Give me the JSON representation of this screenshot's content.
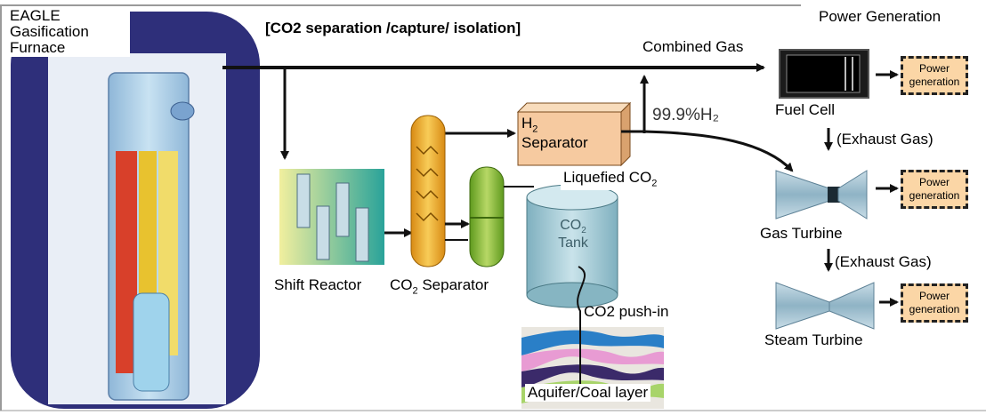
{
  "furnace": {
    "line1": "EAGLE",
    "line2": "Gasification",
    "line3": "Furnace"
  },
  "section_title": "[CO2 separation /capture/ isolation]",
  "power_generation_title": "Power Generation",
  "combined_gas": "Combined Gas",
  "h2_purity": "99.9%H₂",
  "h2_separator": {
    "line1_main": "H",
    "line1_sub": "2",
    "line2": "Separator"
  },
  "fuel_cell": "Fuel Cell",
  "exhaust_gas_1": "(Exhaust Gas)",
  "liquefied_co2": {
    "main": "Liquefied CO",
    "sub": "2"
  },
  "co2_tank": {
    "line1_main": "CO",
    "line1_sub": "2",
    "line2": "Tank"
  },
  "gas_turbine": "Gas Turbine",
  "exhaust_gas_2": "(Exhaust Gas)",
  "shift_reactor": "Shift Reactor",
  "co2_separator": {
    "main": "CO",
    "sub": "2",
    "tail": " Separator"
  },
  "co2_push_in": "CO2 push-in",
  "steam_turbine": "Steam Turbine",
  "aquifer": "Aquifer/Coal layer",
  "power_box_label": "Power generation",
  "colors": {
    "pipe": "#111111",
    "furnace_bg": "#2e2f7a",
    "furnace_body": "#a9cde6",
    "separator_box": "#f6caa0",
    "power_box": "#fbd6a6",
    "column_yellow": "#f0b23a",
    "column_green": "#86b83a",
    "tank": "#9fc9d4"
  }
}
